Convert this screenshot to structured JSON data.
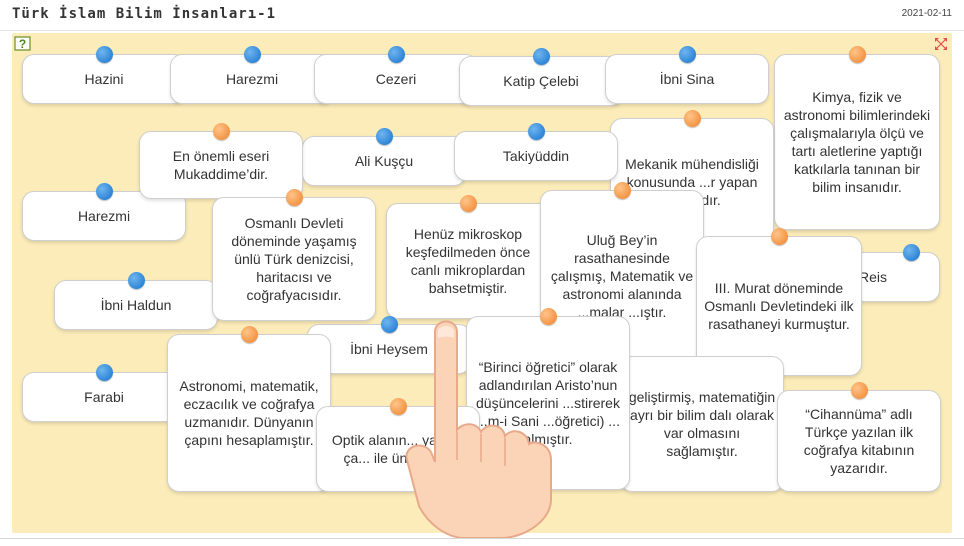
{
  "header": {
    "title": "Türk İslam Bilim İnsanları-1",
    "date": "2021-02-11"
  },
  "icons": {
    "help": "help-question-icon",
    "expand": "expand-arrows-icon",
    "hand": "pointing-hand-icon"
  },
  "colors": {
    "board": "#fcecb9",
    "blue_pin": "#2f86d6",
    "orange_pin": "#f39545"
  },
  "cards": [
    {
      "id": "c1",
      "pin": "blue",
      "text": "Hazini"
    },
    {
      "id": "c2",
      "pin": "blue",
      "text": "Harezmi"
    },
    {
      "id": "c3",
      "pin": "blue",
      "text": "Cezeri"
    },
    {
      "id": "c4",
      "pin": "blue",
      "text": "Katip Çelebi"
    },
    {
      "id": "c5",
      "pin": "blue",
      "text": "İbni Sina"
    },
    {
      "id": "c6",
      "pin": "orange",
      "text": "Kimya, fizik ve astronomi bilimlerindeki çalışmalarıyla ölçü ve tartı aletlerine yaptığı katkılarla tanınan bir bilim insanıdır."
    },
    {
      "id": "c7",
      "pin": "orange",
      "text": "En önemli eseri Mukaddime’dir."
    },
    {
      "id": "c8",
      "pin": "blue",
      "text": "Ali Kuşçu"
    },
    {
      "id": "c9",
      "pin": "blue",
      "text": "Takiyüddin"
    },
    {
      "id": "c10",
      "pin": "orange",
      "text": "Mekanik mühendisliği konusunda ...r yapan ...sanıdır."
    },
    {
      "id": "c11",
      "pin": "blue",
      "text": "Harezmi"
    },
    {
      "id": "c12",
      "pin": "orange",
      "text": "Osmanlı Devleti döneminde yaşamış ünlü Türk denizcisi, haritacısı ve coğrafyacısıdır."
    },
    {
      "id": "c13",
      "pin": "orange",
      "text": "Henüz mikroskop keşfedilmeden önce canlı mikroplardan bahsetmiştir."
    },
    {
      "id": "c14",
      "pin": "orange",
      "text": "Uluğ Bey’in rasathanesinde çalışmış, Matematik ve astronomi alanında ...malar ...ıştır."
    },
    {
      "id": "c15",
      "pin": "blue",
      "text": "Reis"
    },
    {
      "id": "c16",
      "pin": "orange",
      "text": "III. Murat döneminde Osmanlı Devletindeki ilk rasathaneyi kurmuştur."
    },
    {
      "id": "c17",
      "pin": "blue",
      "text": "İbni Haldun"
    },
    {
      "id": "c18",
      "pin": "blue",
      "text": "İbni Heysem"
    },
    {
      "id": "c19",
      "pin": "orange",
      "text": "“Birinci öğretici” olarak adlandırılan Aristo’nun düşüncelerini ...stirerek ...m-i Sani ...öğretici) ... almıştır."
    },
    {
      "id": "c20",
      "pin": "blue",
      "text": "Farabi"
    },
    {
      "id": "c21",
      "pin": "orange",
      "text": "Astronomi, matematik, eczacılık ve coğrafya uzmanıdır. Dünyanın çapını hesaplamıştır."
    },
    {
      "id": "c22",
      "pin": "orange",
      "text": "geliştirmiş, matematiğin ayrı bir bilim dalı olarak var olmasını sağlamıştır."
    },
    {
      "id": "c23",
      "pin": "orange",
      "text": "“Cihannüma” adlı Türkçe yazılan ilk coğrafya kitabının yazarıdır."
    },
    {
      "id": "c24",
      "pin": "orange",
      "text": "Optik alanın... yaptığı ça... ile ün kaza..."
    }
  ]
}
